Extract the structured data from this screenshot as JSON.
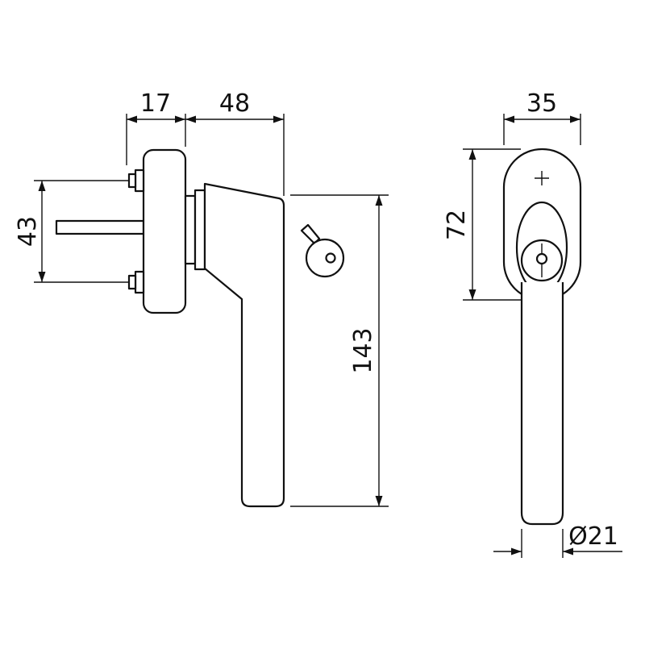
{
  "colors": {
    "background": "#ffffff",
    "line": "#111111"
  },
  "icons": {
    "key": "key-icon",
    "center_mark": "plus-mark"
  },
  "dimensions": {
    "side_view": {
      "rose_thickness": "17",
      "neck_projection": "48",
      "screw_spacing": "43",
      "lever_length": "143"
    },
    "front_view": {
      "rose_width": "35",
      "rose_length": "72",
      "grip_diameter": "Ø21"
    }
  }
}
